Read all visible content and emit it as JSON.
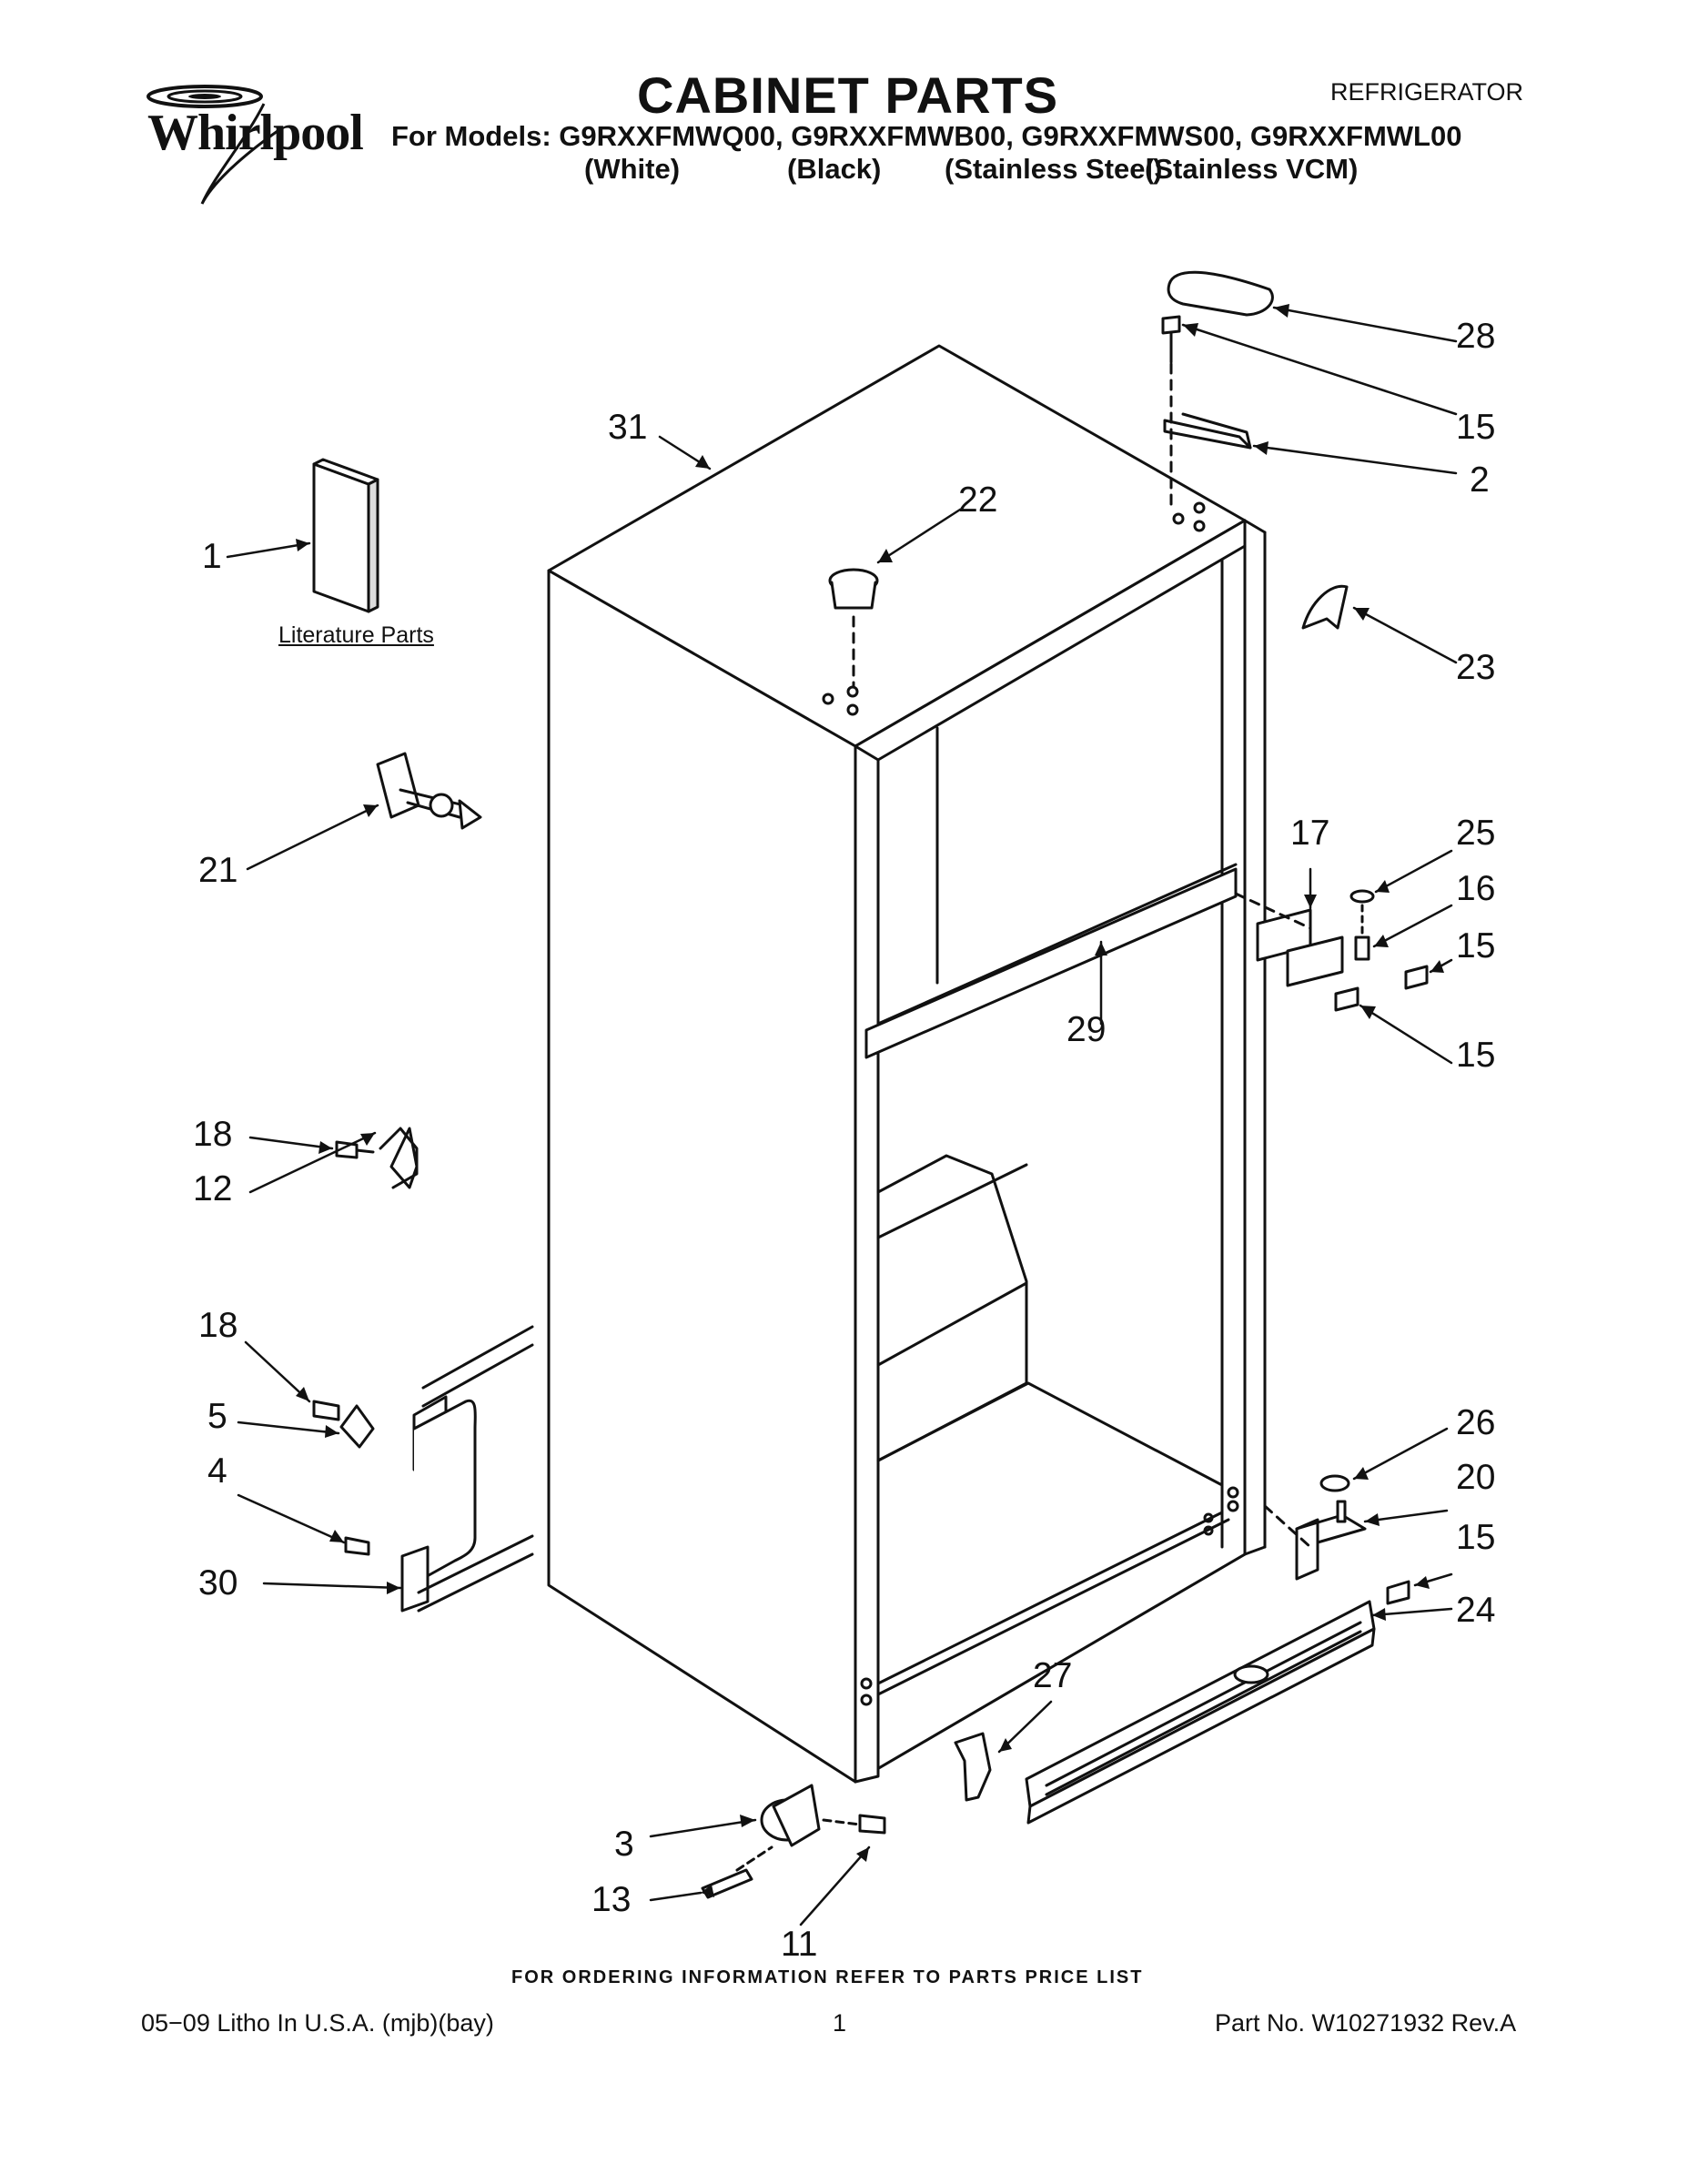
{
  "header": {
    "brand": "Whirlpool",
    "title": "CABINET PARTS",
    "category": "REFRIGERATOR",
    "models_line": "For Models: G9RXXFMWQ00, G9RXXFMWB00, G9RXXFMWS00, G9RXXFMWL00",
    "finishes": [
      "(White)",
      "(Black)",
      "(Stainless Steel)",
      "(Stainless VCM)"
    ]
  },
  "diagram": {
    "literature_label": "Literature Parts",
    "callouts": [
      {
        "id": "c31",
        "label": "31"
      },
      {
        "id": "c22",
        "label": "22"
      },
      {
        "id": "c28",
        "label": "28"
      },
      {
        "id": "c15a",
        "label": "15"
      },
      {
        "id": "c2",
        "label": "2"
      },
      {
        "id": "c1",
        "label": "1"
      },
      {
        "id": "c23",
        "label": "23"
      },
      {
        "id": "c21",
        "label": "21"
      },
      {
        "id": "c17",
        "label": "17"
      },
      {
        "id": "c25",
        "label": "25"
      },
      {
        "id": "c16",
        "label": "16"
      },
      {
        "id": "c15b",
        "label": "15"
      },
      {
        "id": "c15c",
        "label": "15"
      },
      {
        "id": "c29",
        "label": "29"
      },
      {
        "id": "c18a",
        "label": "18"
      },
      {
        "id": "c12",
        "label": "12"
      },
      {
        "id": "c18b",
        "label": "18"
      },
      {
        "id": "c5",
        "label": "5"
      },
      {
        "id": "c4",
        "label": "4"
      },
      {
        "id": "c30",
        "label": "30"
      },
      {
        "id": "c26",
        "label": "26"
      },
      {
        "id": "c20",
        "label": "20"
      },
      {
        "id": "c15d",
        "label": "15"
      },
      {
        "id": "c24",
        "label": "24"
      },
      {
        "id": "c27",
        "label": "27"
      },
      {
        "id": "c3",
        "label": "3"
      },
      {
        "id": "c13",
        "label": "13"
      },
      {
        "id": "c11",
        "label": "11"
      }
    ]
  },
  "footer": {
    "ordering_note": "FOR ORDERING INFORMATION REFER TO PARTS PRICE LIST",
    "litho": "05−09 Litho In U.S.A. (mjb)(bay)",
    "page": "1",
    "part_no": "Part No. W10271932 Rev.A"
  }
}
